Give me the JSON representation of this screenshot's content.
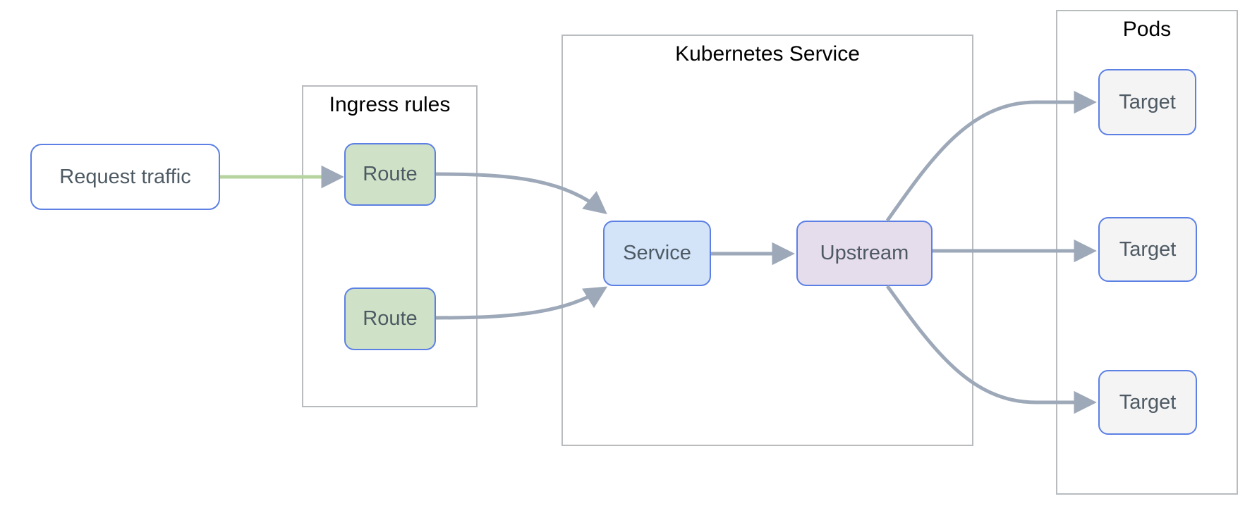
{
  "diagram": {
    "nodes": {
      "request_traffic": {
        "label": "Request traffic"
      },
      "route_1": {
        "label": "Route"
      },
      "route_2": {
        "label": "Route"
      },
      "service": {
        "label": "Service"
      },
      "upstream": {
        "label": "Upstream"
      },
      "target_1": {
        "label": "Target"
      },
      "target_2": {
        "label": "Target"
      },
      "target_3": {
        "label": "Target"
      }
    },
    "groups": {
      "ingress_rules": {
        "title": "Ingress rules"
      },
      "kubernetes_service": {
        "title": "Kubernetes Service"
      },
      "pods": {
        "title": "Pods"
      }
    },
    "edges": [
      {
        "from": "request_traffic",
        "to": "route_1",
        "style": "green-line-gray-arrowhead"
      },
      {
        "from": "route_1",
        "to": "service",
        "style": "gray-curve"
      },
      {
        "from": "route_2",
        "to": "service",
        "style": "gray-curve"
      },
      {
        "from": "service",
        "to": "upstream",
        "style": "gray-straight"
      },
      {
        "from": "upstream",
        "to": "target_1",
        "style": "gray-curve"
      },
      {
        "from": "upstream",
        "to": "target_2",
        "style": "gray-straight"
      },
      {
        "from": "upstream",
        "to": "target_3",
        "style": "gray-curve"
      }
    ]
  },
  "colors": {
    "node-border": "#5c80e4",
    "arrow": "#9da8b8",
    "green-edge": "#b6d3a0",
    "group-border": "#b9bcbf",
    "node-text": "#4e5a63",
    "title-text": "#000000",
    "request-fill": "#ffffff",
    "route-fill": "#cfe1c6",
    "service-fill": "#d3e3f8",
    "upstream-fill": "#e5dcec",
    "target-fill": "#f4f4f5"
  }
}
